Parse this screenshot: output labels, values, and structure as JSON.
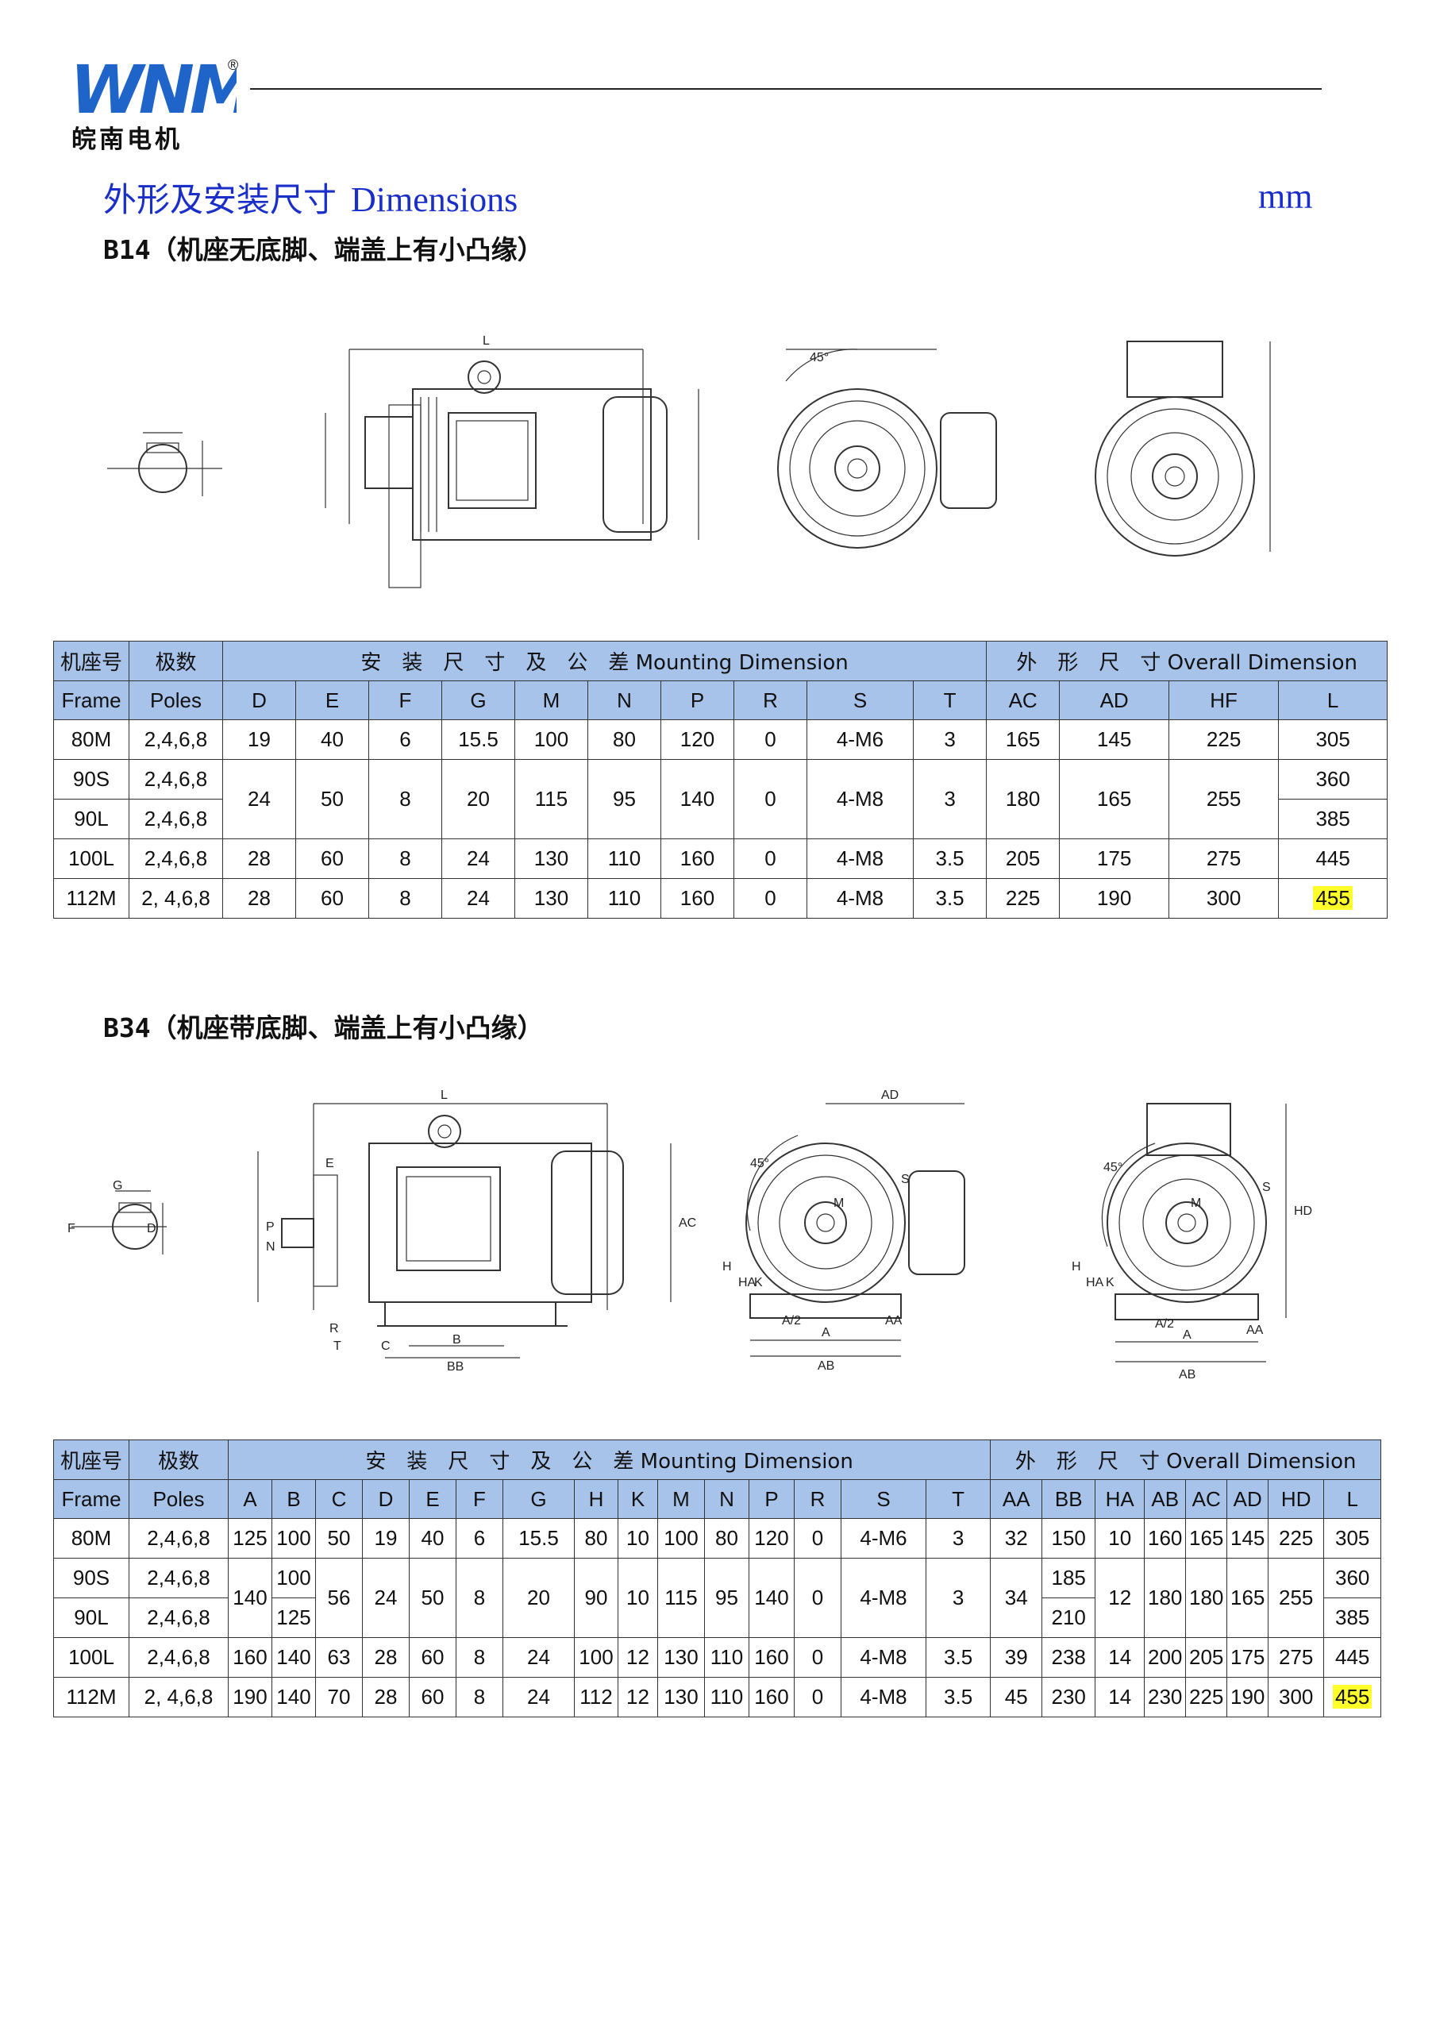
{
  "header": {
    "logo_text": "WNM",
    "logo_cn": "皖南电机",
    "reg_mark": "®",
    "title_cn": "外形及安装尺寸",
    "title_en": "Dimensions",
    "unit": "mm"
  },
  "colors": {
    "title_blue": "#1a2fc9",
    "header_blue": "#a8c3ea",
    "highlight": "#ffff2a"
  },
  "b14": {
    "title": "B14（机座无底脚、端盖上有小凸缘）",
    "drawing_labels": {
      "length": "L",
      "angle": "45°"
    },
    "table": {
      "h_frame_cn": "机座号",
      "h_frame_en": "Frame",
      "h_poles_cn": "极数",
      "h_poles_en": "Poles",
      "h_mount": "安　装　尺　寸　及　公　差 Mounting Dimension",
      "h_overall": "外　形　尺　寸 Overall Dimension",
      "cols_mount": [
        "D",
        "E",
        "F",
        "G",
        "M",
        "N",
        "P",
        "R",
        "S",
        "T"
      ],
      "cols_overall": [
        "AC",
        "AD",
        "HF",
        "L"
      ],
      "rows": [
        {
          "frame": "80M",
          "poles": "2,4,6,8",
          "vals": [
            "19",
            "40",
            "6",
            "15.5",
            "100",
            "80",
            "120",
            "0",
            "4-M6",
            "3",
            "165",
            "145",
            "225"
          ],
          "L": "305"
        },
        {
          "frame": "90S",
          "poles": "2,4,6,8",
          "vals": [
            "24",
            "50",
            "8",
            "20",
            "115",
            "95",
            "140",
            "0",
            "4-M8",
            "3",
            "180",
            "165",
            "255"
          ],
          "L": "360"
        },
        {
          "frame": "90L",
          "poles": "2,4,6,8",
          "L": "385"
        },
        {
          "frame": "100L",
          "poles": "2,4,6,8",
          "vals": [
            "28",
            "60",
            "8",
            "24",
            "130",
            "110",
            "160",
            "0",
            "4-M8",
            "3.5",
            "205",
            "175",
            "275"
          ],
          "L": "445"
        },
        {
          "frame": "112M",
          "poles": "2, 4,6,8",
          "vals": [
            "28",
            "60",
            "8",
            "24",
            "130",
            "110",
            "160",
            "0",
            "4-M8",
            "3.5",
            "225",
            "190",
            "300"
          ],
          "L": "455"
        }
      ]
    }
  },
  "b34": {
    "title": "B34（机座带底脚、端盖上有小凸缘）",
    "drawing_labels": {
      "L": "L",
      "AC": "AC",
      "AD": "AD",
      "HD": "HD",
      "BB": "BB",
      "B": "B",
      "C": "C",
      "T": "T",
      "R": "R",
      "E": "E",
      "N": "N",
      "P": "P",
      "G": "G",
      "F": "F",
      "D": "D",
      "S": "S",
      "H": "H",
      "HA": "HA",
      "K": "K",
      "A": "A",
      "A2": "A/2",
      "AB": "AB",
      "AA": "AA",
      "M": "M",
      "angle": "45°"
    },
    "table": {
      "h_frame_cn": "机座号",
      "h_frame_en": "Frame",
      "h_poles_cn": "极数",
      "h_poles_en": "Poles",
      "h_mount": "安　装　尺　寸　及　公　差 Mounting Dimension",
      "h_overall": "外　形　尺　寸 Overall Dimension",
      "cols_mount": [
        "A",
        "B",
        "C",
        "D",
        "E",
        "F",
        "G",
        "H",
        "K",
        "M",
        "N",
        "P",
        "R",
        "S",
        "T"
      ],
      "cols_overall": [
        "AA",
        "BB",
        "HA",
        "AB",
        "AC",
        "AD",
        "HD",
        "L"
      ],
      "rows": [
        {
          "frame": "80M",
          "poles": "2,4,6,8",
          "A": "125",
          "B": "100",
          "rest": [
            "50",
            "19",
            "40",
            "6",
            "15.5",
            "80",
            "10",
            "100",
            "80",
            "120",
            "0",
            "4-M6",
            "3",
            "32"
          ],
          "BB": "150",
          "tail": [
            "10",
            "160",
            "165",
            "145",
            "225"
          ],
          "L": "305"
        },
        {
          "frame": "90S",
          "poles": "2,4,6,8",
          "A": "140",
          "B": "100",
          "rest": [
            "56",
            "24",
            "50",
            "8",
            "20",
            "90",
            "10",
            "115",
            "95",
            "140",
            "0",
            "4-M8",
            "3",
            "34"
          ],
          "BB": "185",
          "tail": [
            "12",
            "180",
            "180",
            "165",
            "255"
          ],
          "L": "360"
        },
        {
          "frame": "90L",
          "poles": "2,4,6,8",
          "B": "125",
          "BB": "210",
          "L": "385"
        },
        {
          "frame": "100L",
          "poles": "2,4,6,8",
          "A": "160",
          "B": "140",
          "rest": [
            "63",
            "28",
            "60",
            "8",
            "24",
            "100",
            "12",
            "130",
            "110",
            "160",
            "0",
            "4-M8",
            "3.5",
            "39"
          ],
          "BB": "238",
          "tail": [
            "14",
            "200",
            "205",
            "175",
            "275"
          ],
          "L": "445"
        },
        {
          "frame": "112M",
          "poles": "2, 4,6,8",
          "A": "190",
          "B": "140",
          "rest": [
            "70",
            "28",
            "60",
            "8",
            "24",
            "112",
            "12",
            "130",
            "110",
            "160",
            "0",
            "4-M8",
            "3.5",
            "45"
          ],
          "BB": "230",
          "tail": [
            "14",
            "230",
            "225",
            "190",
            "300"
          ],
          "L": "455"
        }
      ]
    }
  }
}
